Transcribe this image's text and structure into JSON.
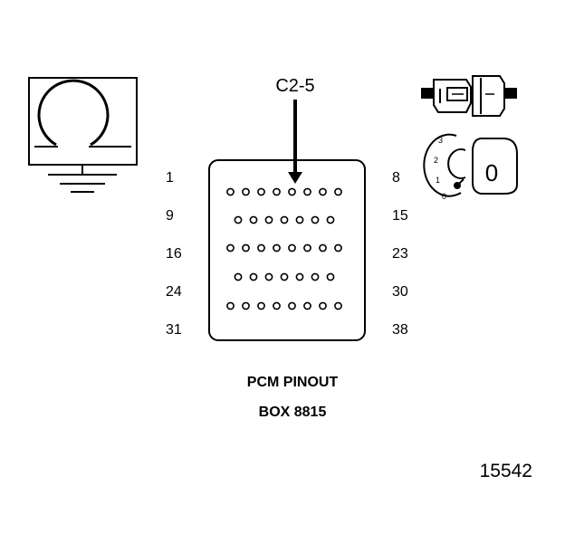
{
  "ohmmeter": {
    "icon": "omega-icon",
    "ground_icon": "ground-symbol-icon"
  },
  "connector_icon": "connector-plug-icon",
  "ignition": {
    "icon": "ignition-key-icon",
    "positions": [
      "3",
      "2",
      "1",
      "0"
    ],
    "key_label": "0"
  },
  "callout": {
    "label": "C2-5",
    "row": 1,
    "pin_index": 5
  },
  "pin_numbers": {
    "left": [
      "1",
      "9",
      "16",
      "24",
      "31"
    ],
    "right": [
      "8",
      "15",
      "23",
      "30",
      "38"
    ]
  },
  "pin_rows": [
    8,
    7,
    8,
    7,
    8
  ],
  "caption": {
    "line1": "PCM PINOUT",
    "line2": "BOX 8815"
  },
  "figure_number": "15542"
}
